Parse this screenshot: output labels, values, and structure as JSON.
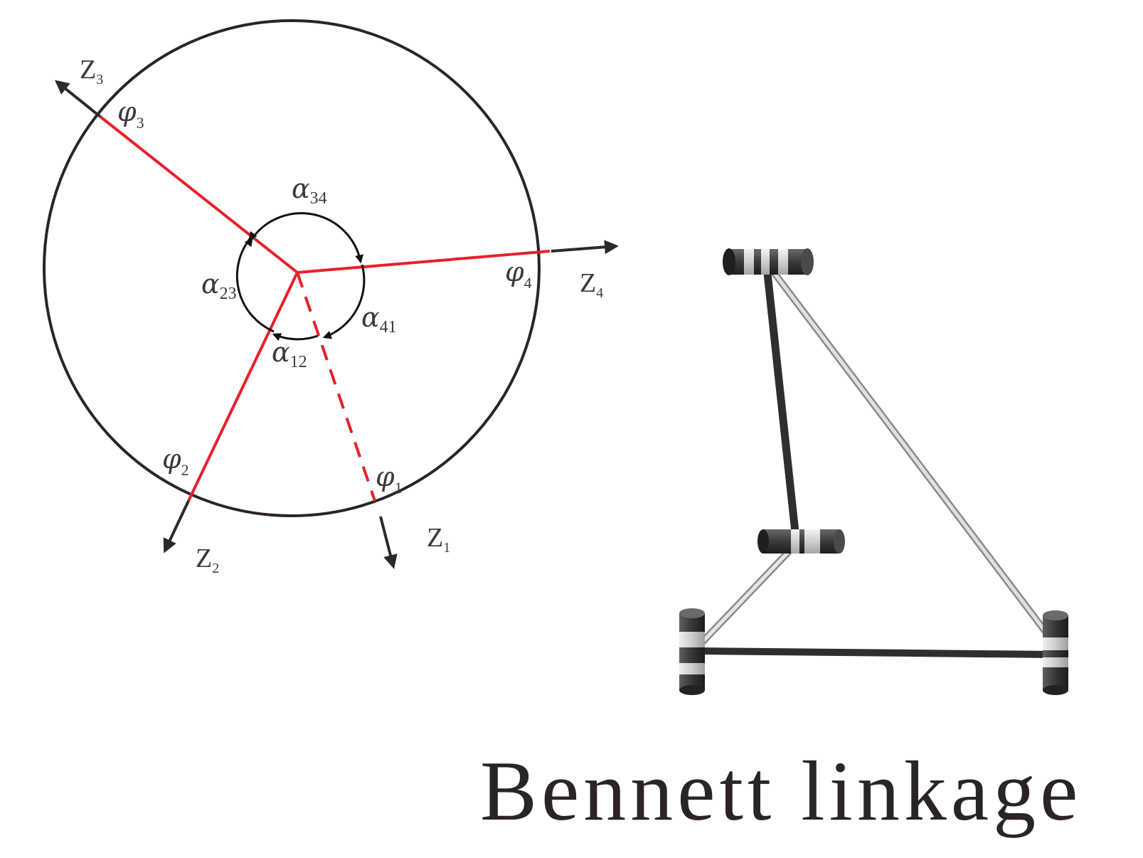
{
  "caption": "Bennett linkage",
  "colors": {
    "circle": "#2b2424",
    "link": "#e8202a",
    "arrow": "#2b2a2a",
    "dark_link": "#3c3c3c",
    "light_link": "#cfcfcf"
  },
  "axes": [
    {
      "name": "Z",
      "sub": "1"
    },
    {
      "name": "Z",
      "sub": "2"
    },
    {
      "name": "Z",
      "sub": "3"
    },
    {
      "name": "Z",
      "sub": "4"
    }
  ],
  "joint_angles": [
    {
      "sym": "φ",
      "sub": "1"
    },
    {
      "sym": "φ",
      "sub": "2"
    },
    {
      "sym": "φ",
      "sub": "3"
    },
    {
      "sym": "φ",
      "sub": "4"
    }
  ],
  "twist_angles": [
    {
      "sym": "α",
      "sub": "12"
    },
    {
      "sym": "α",
      "sub": "23"
    },
    {
      "sym": "α",
      "sub": "34"
    },
    {
      "sym": "α",
      "sub": "41"
    }
  ]
}
